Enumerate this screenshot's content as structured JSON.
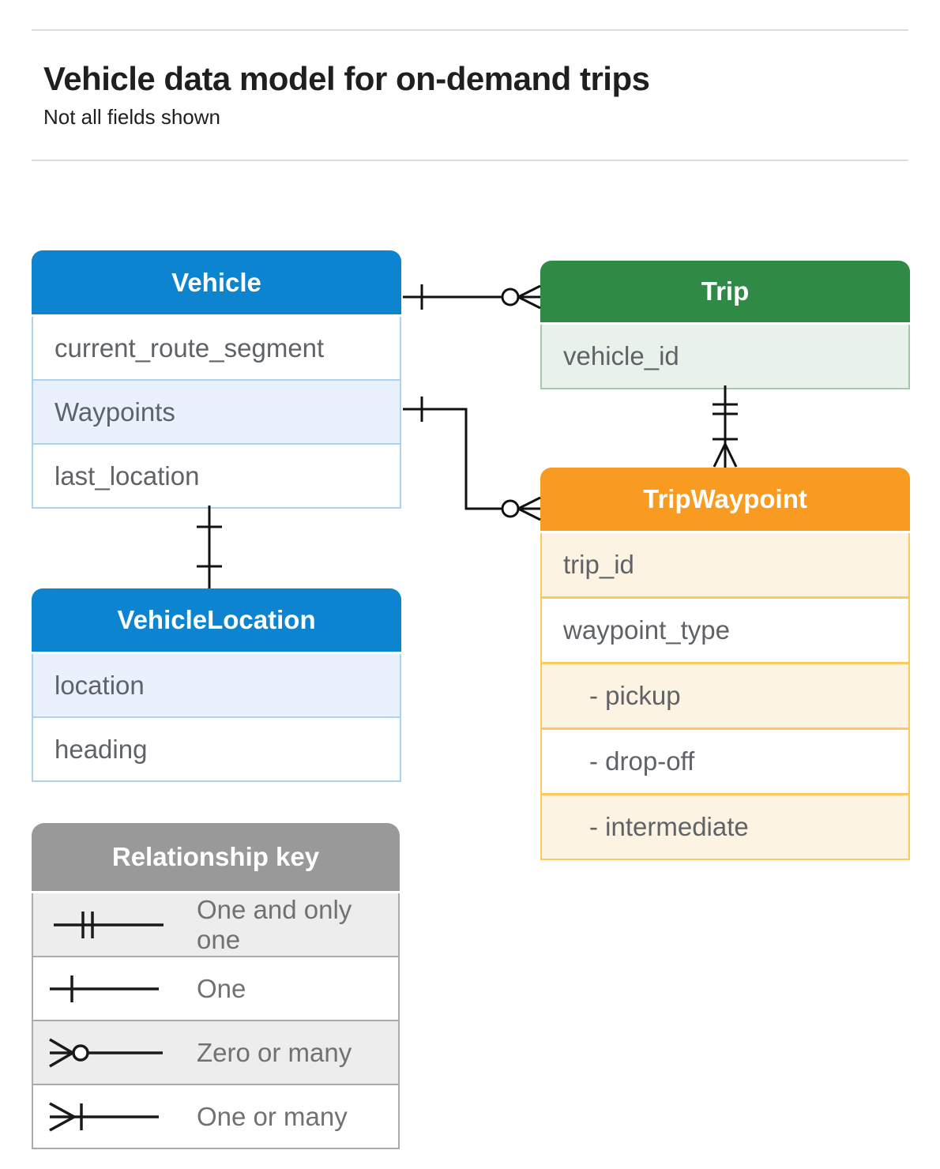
{
  "header": {
    "title": "Vehicle data model for on-demand trips",
    "subtitle": "Not all fields shown"
  },
  "tables": {
    "vehicle": {
      "title": "Vehicle",
      "fields": [
        "current_route_segment",
        "Waypoints",
        "last_location"
      ]
    },
    "trip": {
      "title": "Trip",
      "fields": [
        "vehicle_id"
      ]
    },
    "trip_waypoint": {
      "title": "TripWaypoint",
      "fields": [
        "trip_id",
        "waypoint_type",
        "- pickup",
        "- drop-off",
        "- intermediate"
      ]
    },
    "vehicle_location": {
      "title": "VehicleLocation",
      "fields": [
        "location",
        "heading"
      ]
    }
  },
  "legend": {
    "title": "Relationship key",
    "items": [
      {
        "label": "One and only one",
        "symbol": "one-and-only-one-symbol"
      },
      {
        "label": "One",
        "symbol": "one-symbol"
      },
      {
        "label": "Zero or many",
        "symbol": "zero-or-many-symbol"
      },
      {
        "label": "One or many",
        "symbol": "one-or-many-symbol"
      }
    ]
  },
  "relationships": [
    {
      "from": "Vehicle",
      "to": "Trip",
      "from_cardinality": "One",
      "to_cardinality": "Zero or many"
    },
    {
      "from": "Vehicle.Waypoints",
      "to": "TripWaypoint",
      "from_cardinality": "One",
      "to_cardinality": "Zero or many"
    },
    {
      "from": "Trip",
      "to": "TripWaypoint",
      "from_cardinality": "One and only one",
      "to_cardinality": "One or many"
    },
    {
      "from": "Vehicle",
      "to": "VehicleLocation",
      "from_cardinality": "One",
      "to_cardinality": "One"
    }
  ],
  "colors": {
    "blue_header": "#0c84d0",
    "blue_row": "#e8f1fc",
    "blue_border": "#abd2ee",
    "green_header": "#2f8a46",
    "green_row": "#e9f2ea",
    "green_border": "#a3c9ab",
    "orange_header": "#f89b20",
    "orange_row": "#fdf3e3",
    "orange_border": "#fcc95f",
    "gray_header": "#999999",
    "gray_row": "#ededed",
    "gray_border": "#ababab",
    "field_text": "#5f6368",
    "legend_text": "#717171",
    "title_text": "#1f1f1f",
    "connector": "#111111"
  }
}
